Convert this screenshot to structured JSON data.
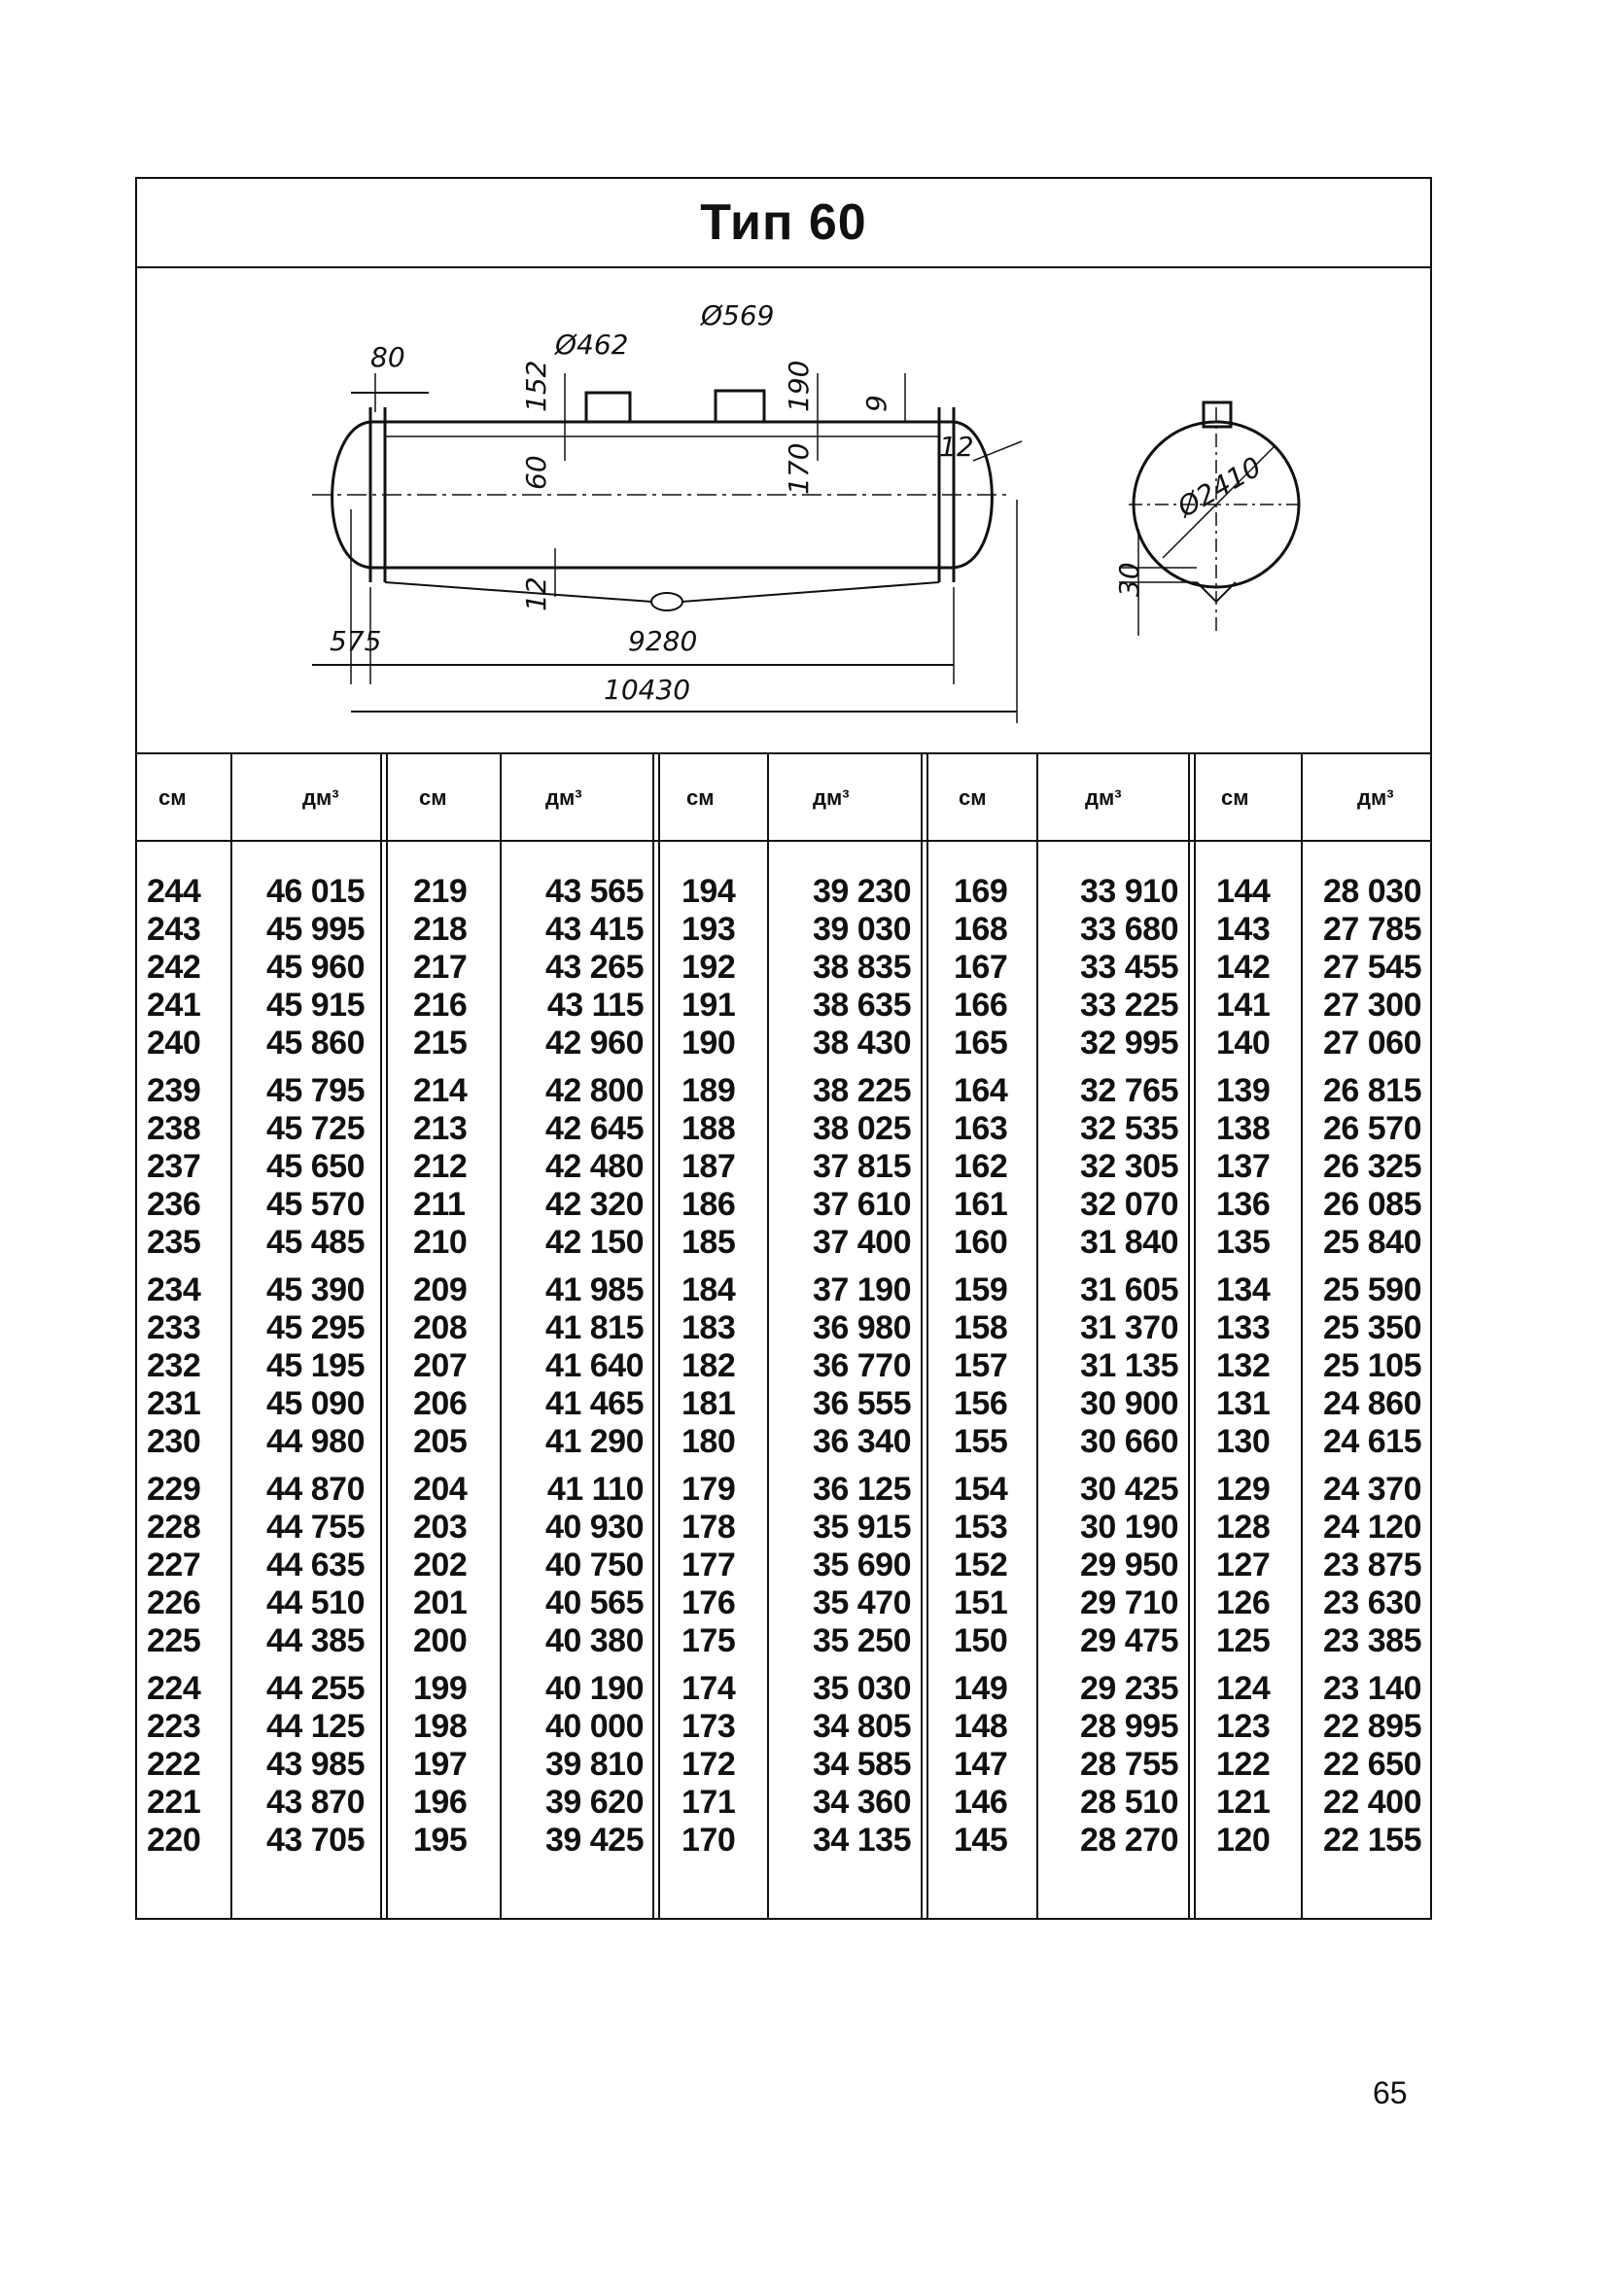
{
  "title": "Тип 60",
  "drawing": {
    "dims": {
      "d80": "80",
      "d462": "Ø462",
      "d569": "Ø569",
      "d152": "152",
      "d190": "190",
      "d9": "9",
      "d12a": "12",
      "d60": "60",
      "d170": "170",
      "d12b": "12",
      "d575": "575",
      "d9280": "9280",
      "d10430": "10430",
      "d2410": "Ø2410",
      "d30": "30"
    }
  },
  "table": {
    "headers": {
      "cm": "см",
      "dm": "дм³"
    },
    "groups": [
      {
        "cm": [
          "244",
          "243",
          "242",
          "241",
          "240",
          "239",
          "238",
          "237",
          "236",
          "235",
          "234",
          "233",
          "232",
          "231",
          "230",
          "229",
          "228",
          "227",
          "226",
          "225",
          "224",
          "223",
          "222",
          "221",
          "220"
        ],
        "dm": [
          "46 015",
          "45 995",
          "45 960",
          "45 915",
          "45 860",
          "45 795",
          "45 725",
          "45 650",
          "45 570",
          "45 485",
          "45 390",
          "45 295",
          "45 195",
          "45 090",
          "44 980",
          "44 870",
          "44 755",
          "44 635",
          "44 510",
          "44 385",
          "44 255",
          "44 125",
          "43 985",
          "43 870",
          "43 705"
        ]
      },
      {
        "cm": [
          "219",
          "218",
          "217",
          "216",
          "215",
          "214",
          "213",
          "212",
          "211",
          "210",
          "209",
          "208",
          "207",
          "206",
          "205",
          "204",
          "203",
          "202",
          "201",
          "200",
          "199",
          "198",
          "197",
          "196",
          "195"
        ],
        "dm": [
          "43 565",
          "43 415",
          "43 265",
          "43 115",
          "42 960",
          "42 800",
          "42 645",
          "42 480",
          "42 320",
          "42 150",
          "41 985",
          "41 815",
          "41 640",
          "41 465",
          "41 290",
          "41 110",
          "40 930",
          "40 750",
          "40 565",
          "40 380",
          "40 190",
          "40 000",
          "39 810",
          "39 620",
          "39 425"
        ]
      },
      {
        "cm": [
          "194",
          "193",
          "192",
          "191",
          "190",
          "189",
          "188",
          "187",
          "186",
          "185",
          "184",
          "183",
          "182",
          "181",
          "180",
          "179",
          "178",
          "177",
          "176",
          "175",
          "174",
          "173",
          "172",
          "171",
          "170"
        ],
        "dm": [
          "39 230",
          "39 030",
          "38 835",
          "38 635",
          "38 430",
          "38 225",
          "38 025",
          "37 815",
          "37 610",
          "37 400",
          "37 190",
          "36 980",
          "36 770",
          "36 555",
          "36 340",
          "36 125",
          "35 915",
          "35 690",
          "35 470",
          "35 250",
          "35 030",
          "34 805",
          "34 585",
          "34 360",
          "34 135"
        ]
      },
      {
        "cm": [
          "169",
          "168",
          "167",
          "166",
          "165",
          "164",
          "163",
          "162",
          "161",
          "160",
          "159",
          "158",
          "157",
          "156",
          "155",
          "154",
          "153",
          "152",
          "151",
          "150",
          "149",
          "148",
          "147",
          "146",
          "145"
        ],
        "dm": [
          "33 910",
          "33 680",
          "33 455",
          "33 225",
          "32 995",
          "32 765",
          "32 535",
          "32 305",
          "32 070",
          "31 840",
          "31 605",
          "31 370",
          "31 135",
          "30 900",
          "30 660",
          "30 425",
          "30 190",
          "29 950",
          "29 710",
          "29 475",
          "29 235",
          "28 995",
          "28 755",
          "28 510",
          "28 270"
        ]
      },
      {
        "cm": [
          "144",
          "143",
          "142",
          "141",
          "140",
          "139",
          "138",
          "137",
          "136",
          "135",
          "134",
          "133",
          "132",
          "131",
          "130",
          "129",
          "128",
          "127",
          "126",
          "125",
          "124",
          "123",
          "122",
          "121",
          "120"
        ],
        "dm": [
          "28 030",
          "27 785",
          "27 545",
          "27 300",
          "27 060",
          "26 815",
          "26 570",
          "26 325",
          "26 085",
          "25 840",
          "25 590",
          "25 350",
          "25 105",
          "24 860",
          "24 615",
          "24 370",
          "24 120",
          "23 875",
          "23 630",
          "23 385",
          "23 140",
          "22 895",
          "22 650",
          "22 400",
          "22 155"
        ]
      }
    ]
  },
  "page_number": "65"
}
